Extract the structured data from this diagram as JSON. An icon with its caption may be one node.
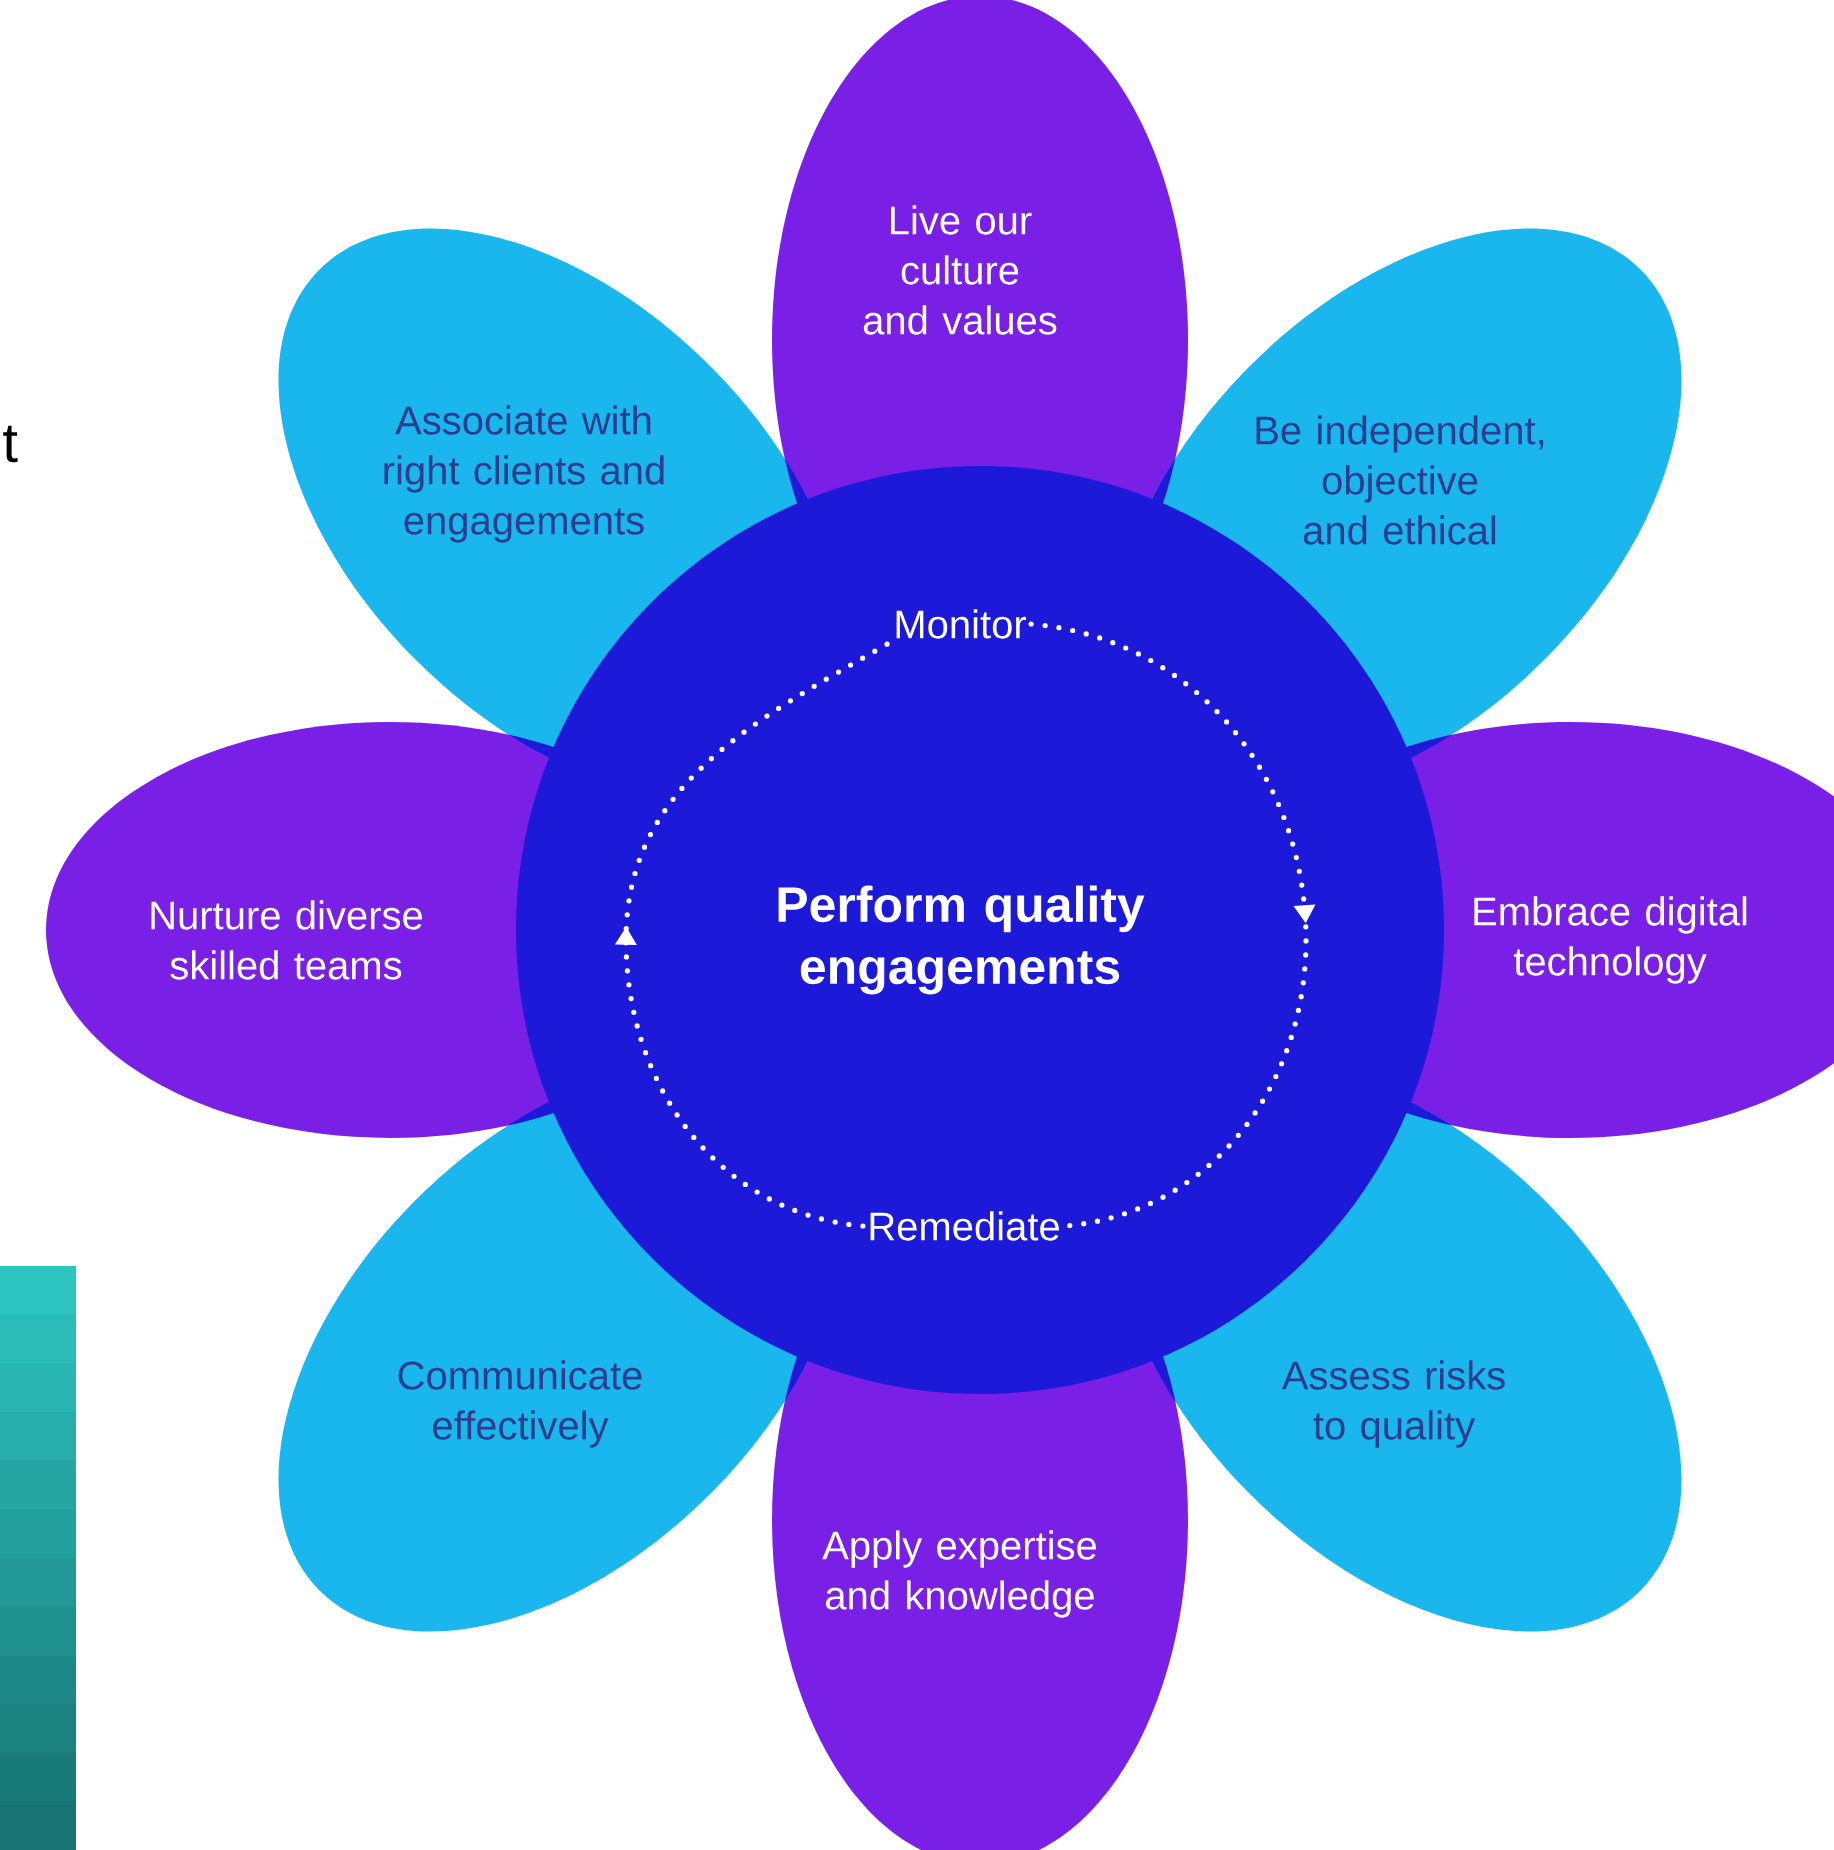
{
  "diagram": {
    "nodes": [
      {
        "text": [
          "Live our culture and values"
        ]
      },
      {
        "text": [
          "Associate with right clients and engagements"
        ]
      },
      {
        "text": [
          "Be independent, objective and ethical"
        ]
      },
      {
        "text": [
          "Nurture diverse skilled teams"
        ]
      },
      {
        "text": [
          "Perform quality engagements"
        ]
      },
      {
        "text": [
          "Monitor"
        ]
      },
      {
        "text": [
          "Embrace digital technology"
        ]
      },
      {
        "text": [
          "Remediate"
        ]
      },
      {
        "text": [
          "Communicate effectively"
        ]
      },
      {
        "text": [
          "Assess risks to quality"
        ]
      },
      {
        "text": [
          "Apply expertise and knowledge"
        ]
      }
    ],
    "edges": [
      {
        "from": 5,
        "to": 7,
        "arrow": "to",
        "style": "dashed"
      },
      {
        "from": 7,
        "to": 5,
        "arrow": "to",
        "style": "dashed"
      }
    ],
    "labels": [
      "t"
    ]
  }
}
